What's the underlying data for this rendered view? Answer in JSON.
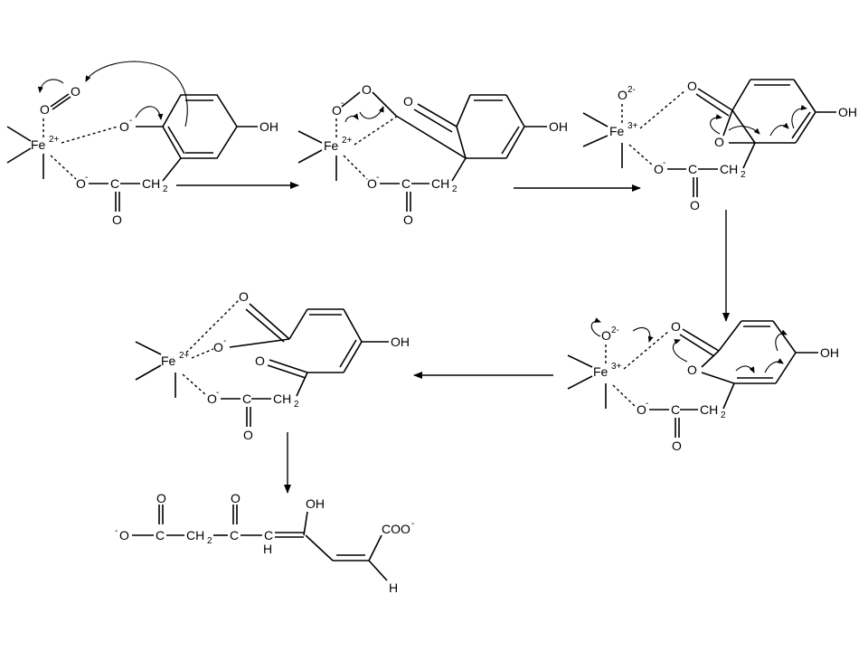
{
  "labels": {
    "fe": "Fe",
    "fe2": "2+",
    "fe3": "3+",
    "o": "O",
    "o_minus": "-",
    "o2minus": "2-",
    "oh": "OH",
    "c": "C",
    "ch2": "CH",
    "sub2": "2",
    "h": "H",
    "coo": "COO"
  },
  "colors": {
    "ink": "#000000",
    "background": "#ffffff"
  }
}
